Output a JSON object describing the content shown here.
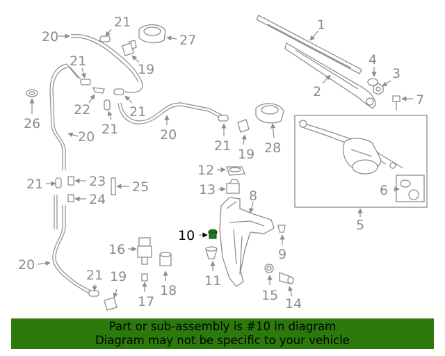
{
  "diagram": {
    "callouts": [
      {
        "id": "c1",
        "text": "1"
      },
      {
        "id": "c2",
        "text": "2"
      },
      {
        "id": "c3",
        "text": "3"
      },
      {
        "id": "c4",
        "text": "4"
      },
      {
        "id": "c5",
        "text": "5"
      },
      {
        "id": "c6",
        "text": "6"
      },
      {
        "id": "c7",
        "text": "7"
      },
      {
        "id": "c8",
        "text": "8"
      },
      {
        "id": "c9",
        "text": "9"
      },
      {
        "id": "c10",
        "text": "10"
      },
      {
        "id": "c11",
        "text": "11"
      },
      {
        "id": "c12",
        "text": "12"
      },
      {
        "id": "c13",
        "text": "13"
      },
      {
        "id": "c14",
        "text": "14"
      },
      {
        "id": "c15",
        "text": "15"
      },
      {
        "id": "c16",
        "text": "16"
      },
      {
        "id": "c17",
        "text": "17"
      },
      {
        "id": "c18",
        "text": "18"
      },
      {
        "id": "c19a",
        "text": "19"
      },
      {
        "id": "c19b",
        "text": "19"
      },
      {
        "id": "c19c",
        "text": "19"
      },
      {
        "id": "c20a",
        "text": "20"
      },
      {
        "id": "c20b",
        "text": "20"
      },
      {
        "id": "c20c",
        "text": "20"
      },
      {
        "id": "c20d",
        "text": "20"
      },
      {
        "id": "c21a",
        "text": "21"
      },
      {
        "id": "c21b",
        "text": "21"
      },
      {
        "id": "c21c",
        "text": "21"
      },
      {
        "id": "c21d",
        "text": "21"
      },
      {
        "id": "c21e",
        "text": "21"
      },
      {
        "id": "c21f",
        "text": "21"
      },
      {
        "id": "c21g",
        "text": "21"
      },
      {
        "id": "c22",
        "text": "22"
      },
      {
        "id": "c23",
        "text": "23"
      },
      {
        "id": "c24",
        "text": "24"
      },
      {
        "id": "c25",
        "text": "25"
      },
      {
        "id": "c26",
        "text": "26"
      },
      {
        "id": "c27",
        "text": "27"
      },
      {
        "id": "c28",
        "text": "28"
      }
    ],
    "highlighted_part": "10",
    "colors": {
      "line_art": "#8c8c8c",
      "highlight_part": "#1f7a1f",
      "banner_background": "#2b7a0b",
      "banner_text": "#000000"
    }
  },
  "footer": {
    "line1": "Part or sub-assembly is #10 in diagram",
    "line2": "Diagram may not be specific to your vehicle"
  }
}
